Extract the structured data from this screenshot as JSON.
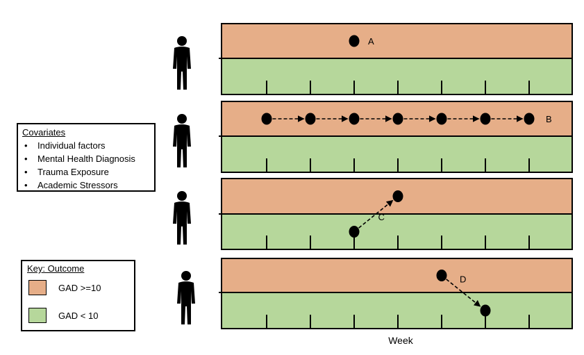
{
  "colors": {
    "outcome_high": "#e6ae88",
    "outcome_low": "#b6d79b",
    "line": "#000000",
    "point": "#000000"
  },
  "icons": {
    "person": "person-silhouette-icon"
  },
  "covariates": {
    "title": "Covariates",
    "items": [
      "Individual factors",
      "Mental Health Diagnosis",
      "Trauma Exposure",
      "Academic Stressors"
    ]
  },
  "key": {
    "title": "Key: Outcome",
    "entries": [
      {
        "label": "GAD >=10",
        "color": "#e6ae88"
      },
      {
        "label": "GAD < 10",
        "color": "#b6d79b"
      }
    ]
  },
  "x_axis_label": "Week",
  "chart_data": {
    "type": "diagram",
    "weeks": [
      1,
      2,
      3,
      4,
      5,
      6,
      7
    ],
    "outcome_levels": [
      "GAD >=10",
      "GAD < 10"
    ],
    "panels": [
      {
        "label": "A",
        "points": [
          {
            "week": 3,
            "outcome": "GAD >=10"
          }
        ]
      },
      {
        "label": "B",
        "points": [
          {
            "week": 1,
            "outcome": "GAD >=10"
          },
          {
            "week": 2,
            "outcome": "GAD >=10"
          },
          {
            "week": 3,
            "outcome": "GAD >=10"
          },
          {
            "week": 4,
            "outcome": "GAD >=10"
          },
          {
            "week": 5,
            "outcome": "GAD >=10"
          },
          {
            "week": 6,
            "outcome": "GAD >=10"
          },
          {
            "week": 7,
            "outcome": "GAD >=10"
          }
        ]
      },
      {
        "label": "C",
        "points": [
          {
            "week": 3,
            "outcome": "GAD < 10"
          },
          {
            "week": 4,
            "outcome": "GAD >=10"
          }
        ]
      },
      {
        "label": "D",
        "points": [
          {
            "week": 5,
            "outcome": "GAD >=10"
          },
          {
            "week": 6,
            "outcome": "GAD < 10"
          }
        ]
      }
    ]
  }
}
